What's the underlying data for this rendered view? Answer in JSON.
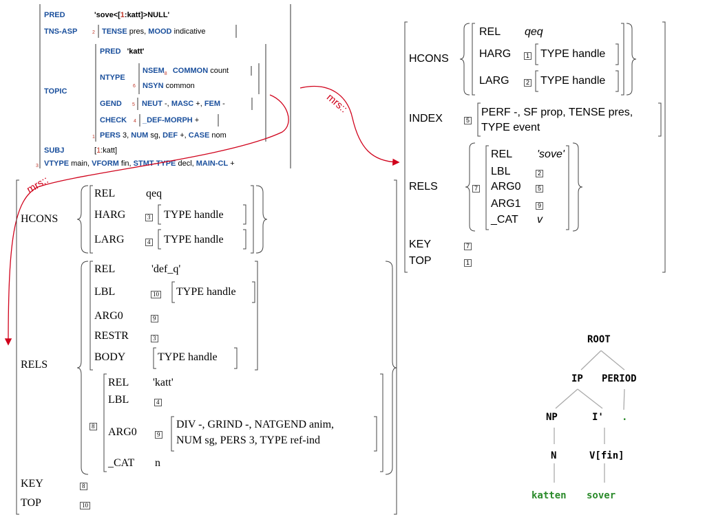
{
  "lfg": {
    "pred_label": "PRED",
    "pred_value_pre": "'sove<[",
    "pred_value_idx": "1",
    "pred_value_post": ":katt]>NULL'",
    "tnsasp_label": "TNS-ASP",
    "tnsasp_tag": "2",
    "tense_label": "TENSE",
    "tense_value": "pres,",
    "mood_label": "MOOD",
    "mood_value": "indicative",
    "topic_label": "TOPIC",
    "topic_pred_label": "PRED",
    "topic_pred_value": "'katt'",
    "ntype_label": "NTYPE",
    "ntype_tag": "6",
    "nsem_label": "NSEM",
    "nsem_tag": "8",
    "common_label": "COMMON",
    "common_value": "count",
    "nsyn_label": "NSYN",
    "nsyn_value": "common",
    "gend_label": "GEND",
    "gend_tag": "5",
    "neut_label": "NEUT",
    "neut_value": "-,",
    "masc_label": "MASC",
    "masc_value": "+,",
    "fem_label": "FEM",
    "fem_value": "-",
    "check_label": "CHECK",
    "check_tag": "4",
    "defmorph_label": "_DEF-MORPH",
    "defmorph_value": "+",
    "topic_tag": "1",
    "pers_label": "PERS",
    "pers_value": "3,",
    "num_label": "NUM",
    "num_value": "sg,",
    "def_label": "DEF",
    "def_value": "+,",
    "case_label": "CASE",
    "case_value": "nom",
    "subj_label": "SUBJ",
    "subj_pre": "[",
    "subj_idx": "1",
    "subj_post": ":katt]",
    "outer_tag": "3",
    "vtype_label": "VTYPE",
    "vtype_value": "main,",
    "vform_label": "VFORM",
    "vform_value": "fin,",
    "stmt_label": "STMT-TYPE",
    "stmt_value": "decl,",
    "maincl_label": "MAIN-CL",
    "maincl_value": "+"
  },
  "arrows": {
    "mrs_label_left": "mrs::",
    "mrs_label_right": "mrs::",
    "color": "#d0021b"
  },
  "mrs_left": {
    "hcons": "HCONS",
    "h1_rel": "REL",
    "h1_rel_v": "qeq",
    "h1_harg": "HARG",
    "h1_harg_box": "3",
    "h1_harg_v": "TYPE handle",
    "h1_larg": "LARG",
    "h1_larg_box": "4",
    "h1_larg_v": "TYPE handle",
    "rels": "RELS",
    "r1_rel": "REL",
    "r1_rel_v": "'def_q'",
    "r1_lbl": "LBL",
    "r1_lbl_box": "10",
    "r1_lbl_v": "TYPE handle",
    "r1_arg0": "ARG0",
    "r1_arg0_box": "9",
    "r1_restr": "RESTR",
    "r1_restr_box": "3",
    "r1_body": "BODY",
    "r1_body_v": "TYPE handle",
    "r2_box": "8",
    "r2_rel": "REL",
    "r2_rel_v": "'katt'",
    "r2_lbl": "LBL",
    "r2_lbl_box": "4",
    "r2_arg0": "ARG0",
    "r2_arg0_box": "9",
    "r2_arg0_v1": "DIV -, GRIND -, NATGEND anim,",
    "r2_arg0_v2": "NUM sg, PERS 3, TYPE ref-ind",
    "r2_cat": "_CAT",
    "r2_cat_v": "n",
    "key": "KEY",
    "key_box": "8",
    "top": "TOP",
    "top_box": "10"
  },
  "mrs_right": {
    "hcons": "HCONS",
    "rel": "REL",
    "rel_v": "qeq",
    "harg": "HARG",
    "harg_box": "1",
    "harg_v": "TYPE handle",
    "larg": "LARG",
    "larg_box": "2",
    "larg_v": "TYPE handle",
    "index": "INDEX",
    "index_box": "5",
    "index_v1": "PERF -, SF prop, TENSE pres,",
    "index_v2": "TYPE event",
    "rels": "RELS",
    "rels_box": "7",
    "r_rel": "REL",
    "r_rel_v": "'sove'",
    "r_lbl": "LBL",
    "r_lbl_box": "2",
    "r_arg0": "ARG0",
    "r_arg0_box": "5",
    "r_arg1": "ARG1",
    "r_arg1_box": "9",
    "r_cat": "_CAT",
    "r_cat_v": "v",
    "key": "KEY",
    "key_box": "7",
    "top": "TOP",
    "top_box": "1"
  },
  "tree": {
    "root": "ROOT",
    "ip": "IP",
    "period": "PERIOD",
    "np": "NP",
    "ibar": "I'",
    "dot": ".",
    "n": "N",
    "vfin": "V[fin]",
    "katten": "katten",
    "sover": "sover"
  }
}
